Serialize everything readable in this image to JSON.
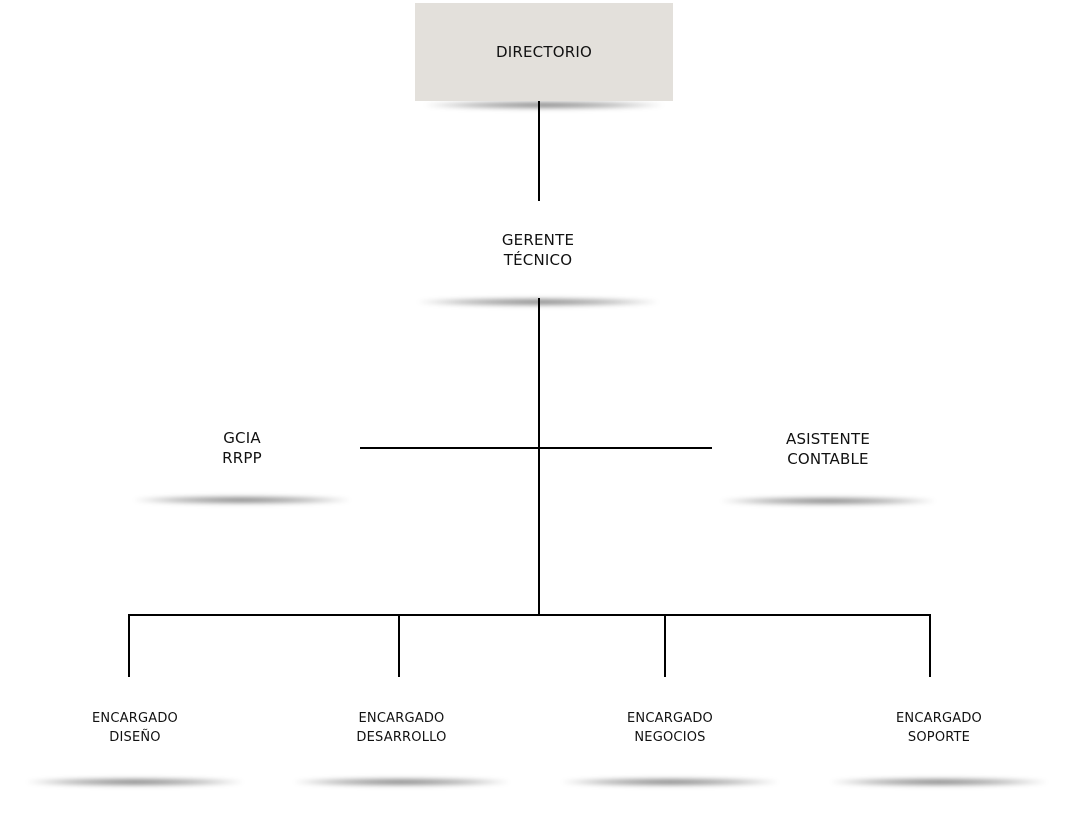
{
  "org_chart": {
    "directorio": {
      "line1": "DIRECTORIO"
    },
    "gerente": {
      "line1": "GERENTE",
      "line2": "TÉCNICO"
    },
    "gcia": {
      "line1": "GCIA",
      "line2": "RRPP"
    },
    "asistente": {
      "line1": "ASISTENTE",
      "line2": "CONTABLE"
    },
    "encargados": [
      {
        "line1": "ENCARGADO",
        "line2": "DISEÑO"
      },
      {
        "line1": "ENCARGADO",
        "line2": "DESARROLLO"
      },
      {
        "line1": "ENCARGADO",
        "line2": "NEGOCIOS"
      },
      {
        "line1": "ENCARGADO",
        "line2": "SOPORTE"
      }
    ]
  },
  "colors": {
    "top_box_fill": "#e3e0db",
    "line": "#000000",
    "text": "#111111"
  }
}
